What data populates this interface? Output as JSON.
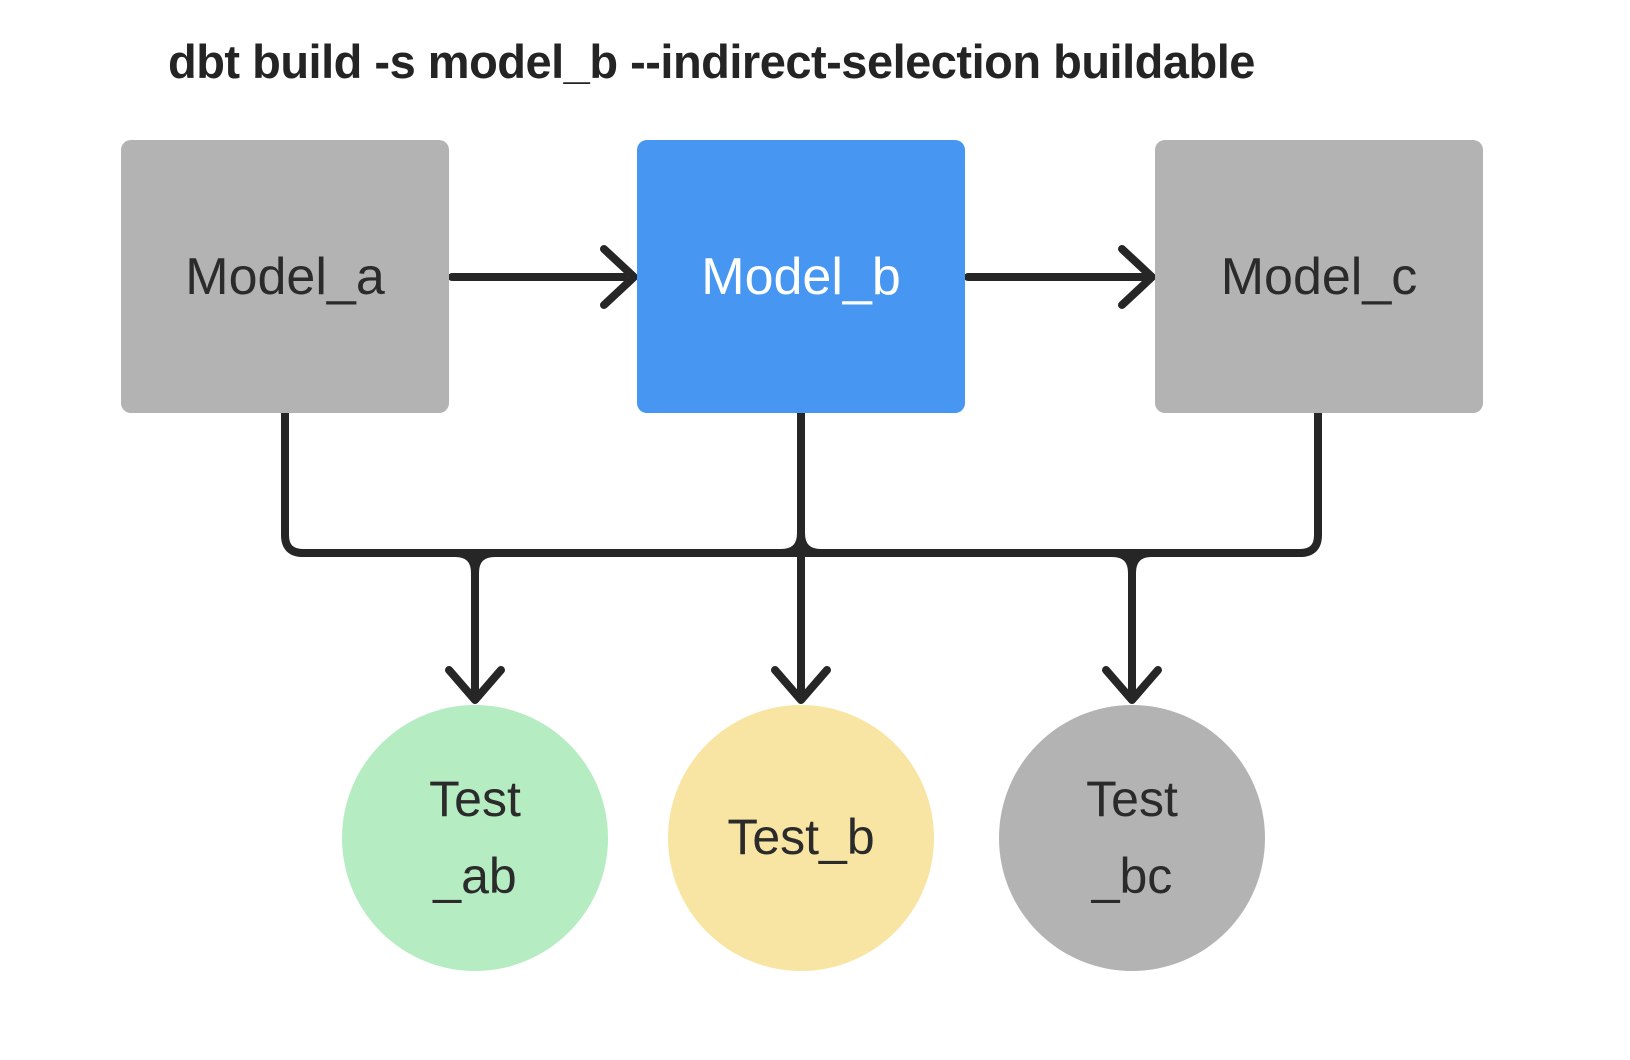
{
  "title": "dbt build -s model_b --indirect-selection buildable",
  "colors": {
    "background": "#ffffff",
    "edge_ink": "#262626",
    "model_default": "#b3b3b3",
    "model_selected": "#4696f2",
    "test_selected_direct": "#f8e5a3",
    "test_buildable": "#b5ecc2",
    "test_unselected": "#b3b3b3",
    "label_dark": "#2b2b2b",
    "label_light": "#ffffff"
  },
  "diagram": {
    "type": "dag",
    "nodes": [
      {
        "id": "model_a",
        "label": "Model_a",
        "shape": "box",
        "color": "#b3b3b3",
        "selected": false
      },
      {
        "id": "model_b",
        "label": "Model_b",
        "shape": "box",
        "color": "#4696f2",
        "selected": true
      },
      {
        "id": "model_c",
        "label": "Model_c",
        "shape": "box",
        "color": "#b3b3b3",
        "selected": false
      },
      {
        "id": "test_ab",
        "lines": [
          "Test",
          "_ab"
        ],
        "shape": "circle",
        "color": "#b5ecc2"
      },
      {
        "id": "test_b",
        "lines": [
          "Test_b"
        ],
        "shape": "circle",
        "color": "#f8e5a3"
      },
      {
        "id": "test_bc",
        "lines": [
          "Test",
          "_bc"
        ],
        "shape": "circle",
        "color": "#b3b3b3"
      }
    ],
    "edges": [
      {
        "from": "model_a",
        "to": "model_b"
      },
      {
        "from": "model_b",
        "to": "model_c"
      },
      {
        "from": "model_a",
        "to": "test_ab"
      },
      {
        "from": "model_b",
        "to": "test_ab"
      },
      {
        "from": "model_b",
        "to": "test_b"
      },
      {
        "from": "model_b",
        "to": "test_bc"
      },
      {
        "from": "model_c",
        "to": "test_bc"
      }
    ]
  }
}
